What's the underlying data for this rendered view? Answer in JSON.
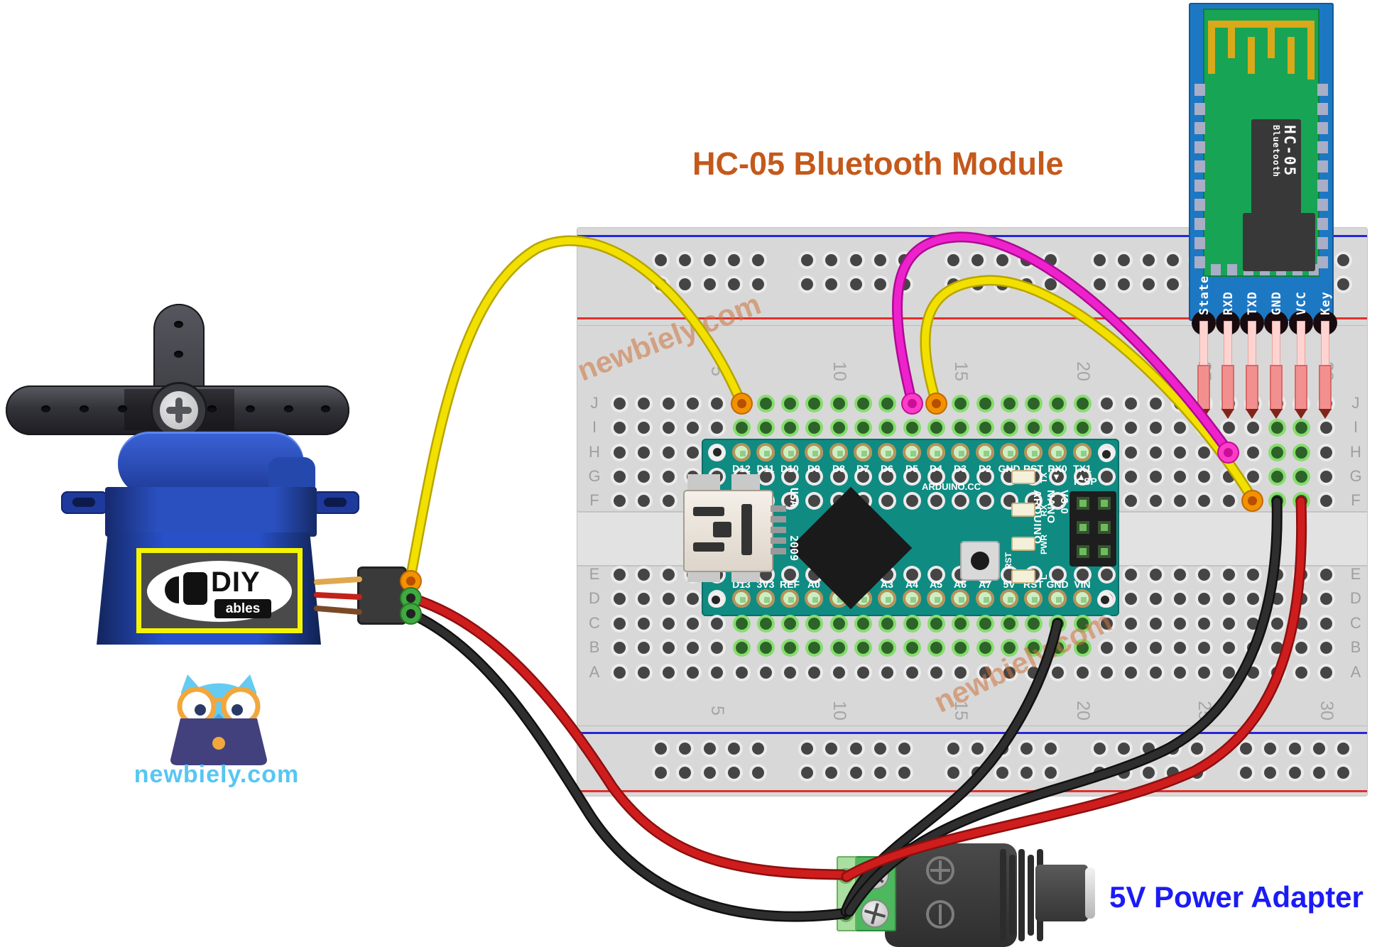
{
  "titles": {
    "hc05": "HC-05 Bluetooth Module",
    "power": "5V Power Adapter"
  },
  "watermarks": {
    "text": "newbiely.com"
  },
  "owl": {
    "site": "newbiely.com"
  },
  "servo": {
    "logo_main": "DIY",
    "logo_sub": "ables"
  },
  "hc05": {
    "pins": [
      "State",
      "RXD",
      "TXD",
      "GND",
      "VCC",
      "Key"
    ],
    "chip_line1": "HC-05",
    "chip_line2": "Bluetooth"
  },
  "nano": {
    "top_pins": [
      "D12",
      "D11",
      "D10",
      "D9",
      "D8",
      "D7",
      "D6",
      "D5",
      "D4",
      "D3",
      "D2",
      "GND",
      "RST",
      "RX0",
      "TX1"
    ],
    "bottom_pins": [
      "D13",
      "3V3",
      "REF",
      "A0",
      "A1",
      "A2",
      "A3",
      "A4",
      "A5",
      "A6",
      "A7",
      "5V",
      "RST",
      "GND",
      "VIN"
    ],
    "brand_lines": [
      "ARDUINO",
      "NANO",
      "V3.0"
    ],
    "site": "ARDUINO.CC",
    "usb_top": "USA",
    "usb_bottom": "2009",
    "icsp": "ICSP",
    "rst": "RST",
    "leds": [
      "TX",
      "RX",
      "PWR",
      "L"
    ],
    "rx_marker": "▼",
    "tx_marker": "▲"
  },
  "breadboard": {
    "rows_top": [
      "J",
      "I",
      "H",
      "G",
      "F"
    ],
    "rows_bottom": [
      "E",
      "D",
      "C",
      "B",
      "A"
    ],
    "columns": [
      "5",
      "10",
      "15",
      "20",
      "25",
      "30"
    ]
  },
  "wires": [
    {
      "id": "servo-signal-to-d12",
      "color": "#f2e000",
      "outline": "#b7a400"
    },
    {
      "id": "servo-power-red",
      "color": "#cf1d1d",
      "outline": "#8c0f0f"
    },
    {
      "id": "servo-ground-black",
      "color": "#2e2e2e",
      "outline": "#101010"
    },
    {
      "id": "nano-gnd-to-adapter",
      "color": "#2e2e2e",
      "outline": "#101010"
    },
    {
      "id": "hc05-gnd-to-adapter",
      "color": "#2e2e2e",
      "outline": "#101010"
    },
    {
      "id": "hc05-vcc-to-adapter",
      "color": "#cf1d1d",
      "outline": "#8c0f0f"
    },
    {
      "id": "nano-d4-to-hc05-txd",
      "color": "#f2e000",
      "outline": "#b7a400"
    },
    {
      "id": "nano-d5-to-hc05-rxd",
      "color": "#ee22cc",
      "outline": "#ad0b92"
    }
  ],
  "colors": {
    "hc05_title": "#c4591b",
    "power_title": "#1b1bf5",
    "watermark": "rgba(205,115,60,0.55)",
    "owl_text": "#57c6f2"
  }
}
